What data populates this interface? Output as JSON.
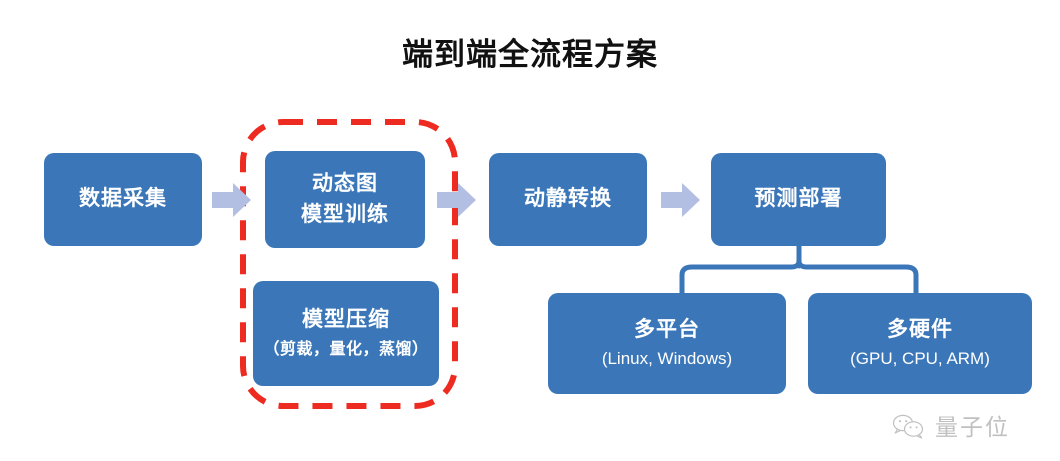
{
  "title": "端到端全流程方案",
  "colors": {
    "box_fill": "#3B77B8",
    "box_text": "#FFFFFF",
    "arrow_fill": "#B2BFE3",
    "highlight_dash": "#EE2B20",
    "bracket": "#3B77B8",
    "title_text": "#111111",
    "background": "#FFFFFF",
    "watermark_text": "#8D8D8D"
  },
  "nodes": {
    "collect": {
      "label": "数据采集"
    },
    "dygraph": {
      "label_line1": "动态图",
      "label_line2": "模型训练"
    },
    "compress": {
      "label": "模型压缩",
      "note": "（剪裁，量化，蒸馏）"
    },
    "convert": {
      "label": "动静转换"
    },
    "deploy": {
      "label": "预测部署"
    },
    "platform": {
      "label": "多平台",
      "note": "(Linux, Windows)"
    },
    "hardware": {
      "label": "多硬件",
      "note": "(GPU, CPU, ARM)"
    }
  },
  "arrows": [
    {
      "name": "arrow-collect-to-dygraph"
    },
    {
      "name": "arrow-dygraph-to-convert"
    },
    {
      "name": "arrow-convert-to-deploy"
    }
  ],
  "highlight": {
    "name": "model-optimization-highlight"
  },
  "bracket": {
    "name": "deploy-split-bracket"
  },
  "watermark": {
    "text": "量子位",
    "icon": "wechat-icon"
  }
}
